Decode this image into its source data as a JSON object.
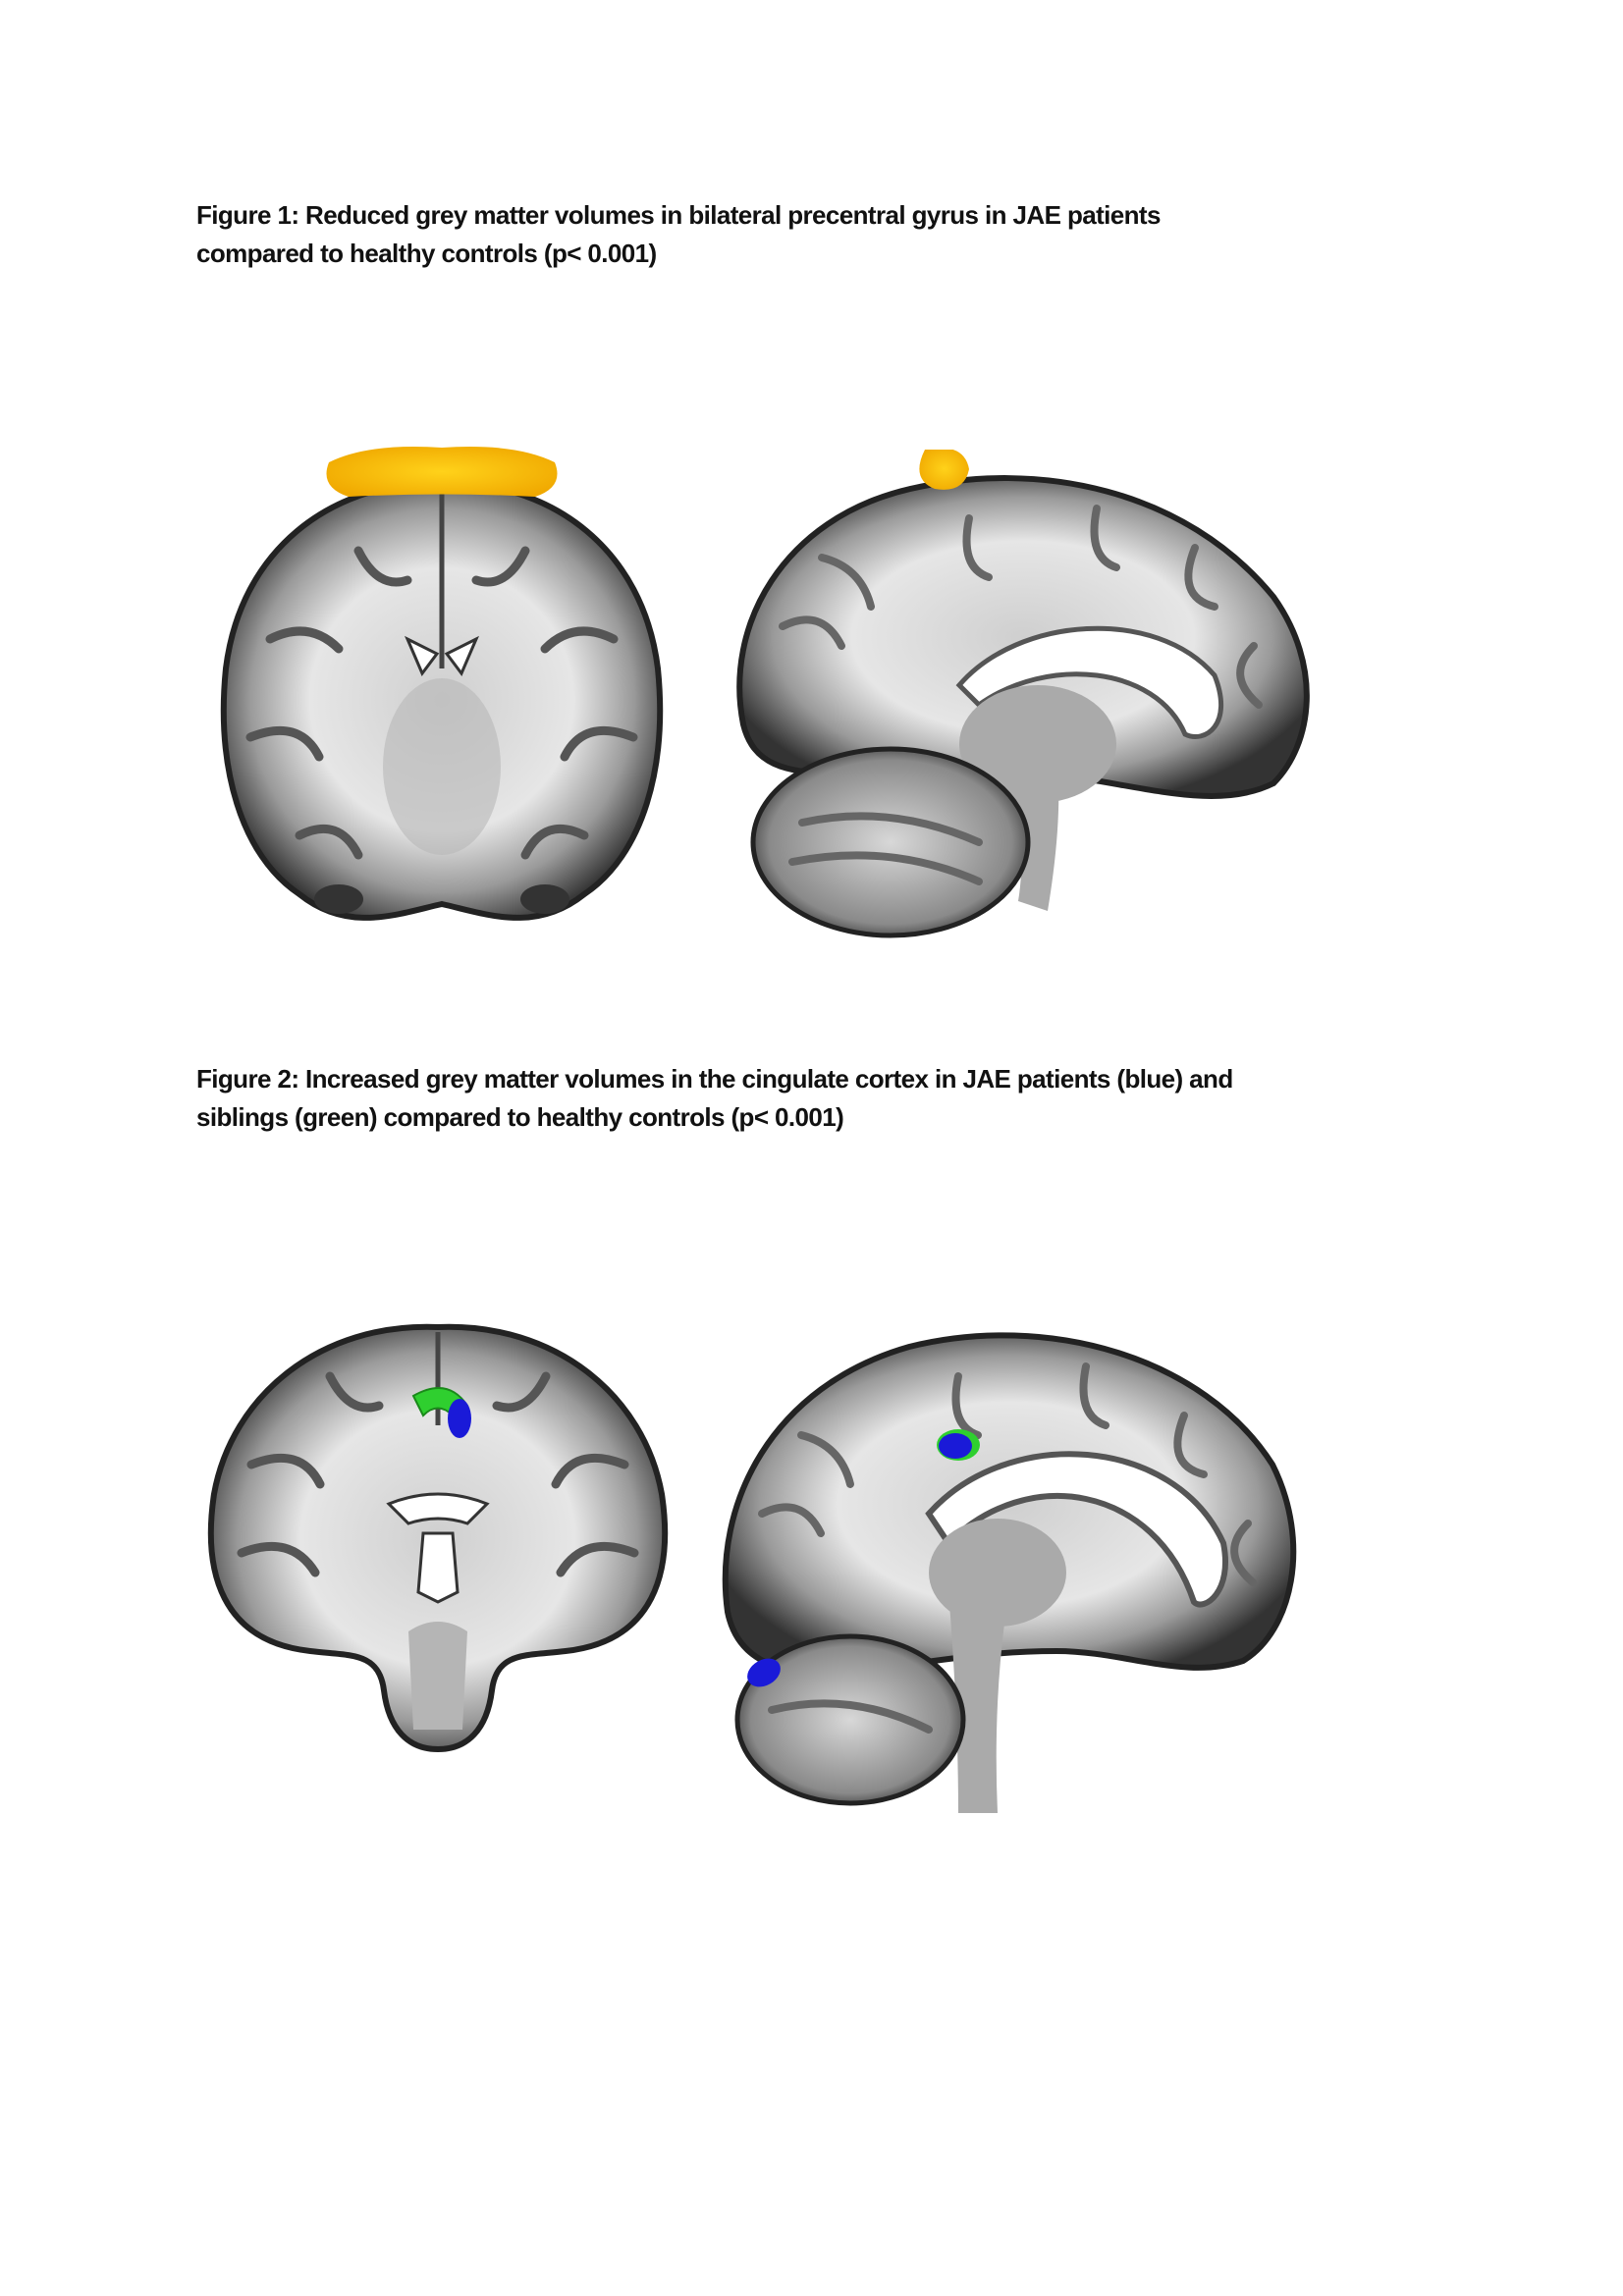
{
  "figure1": {
    "caption_lines": [
      "Figure 1: Reduced grey matter volumes in bilateral precentral gyrus in JAE patients",
      "compared to healthy controls (p< 0.001)"
    ],
    "overlay_color": "#f5b800"
  },
  "figure2": {
    "caption_lines": [
      "Figure 2: Increased grey matter volumes in the cingulate cortex in JAE patients (blue) and",
      "siblings (green) compared to healthy controls (p< 0.001)"
    ],
    "patients_color": "#1a1ad8",
    "siblings_color": "#2fcf2f"
  }
}
